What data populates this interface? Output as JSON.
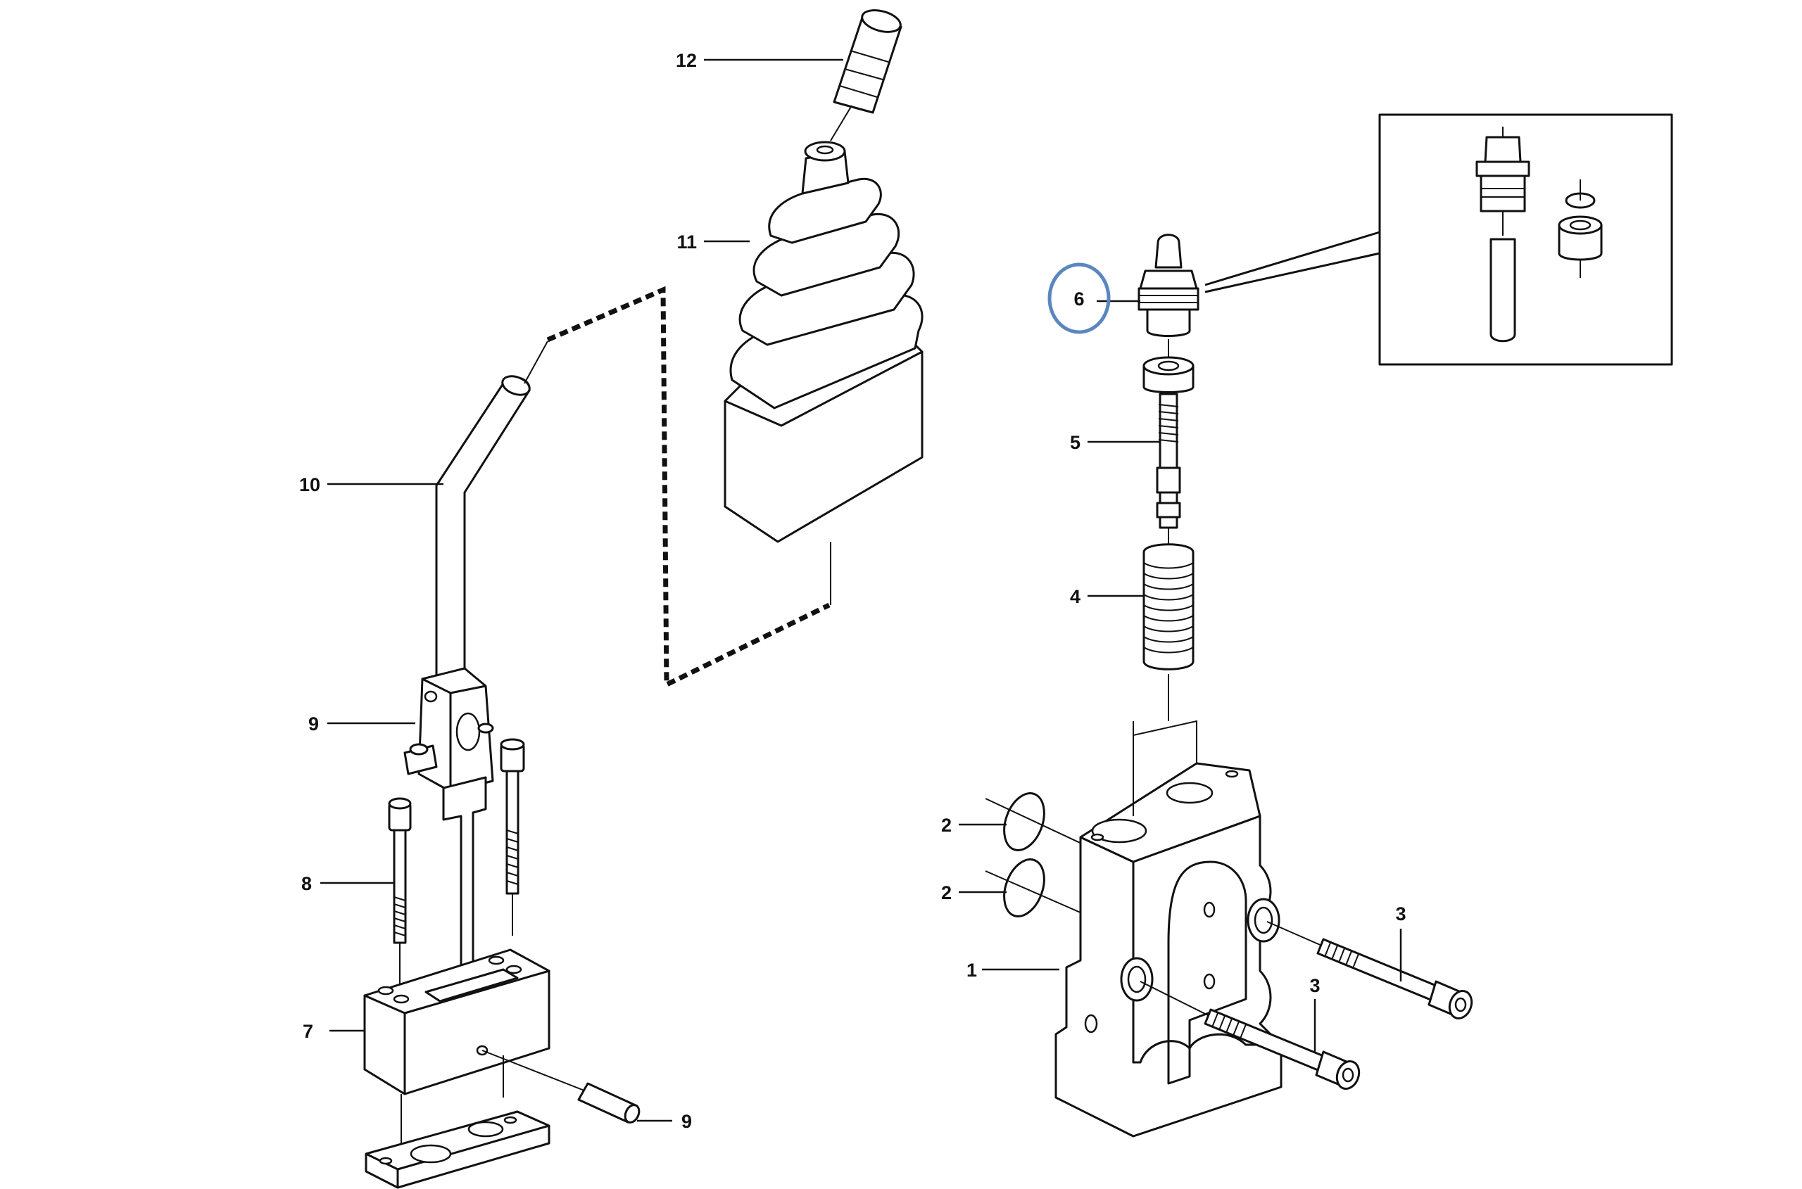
{
  "callouts": {
    "c1": "1",
    "c2a": "2",
    "c2b": "2",
    "c3a": "3",
    "c3b": "3",
    "c4": "4",
    "c5": "5",
    "c6": "6",
    "c7": "7",
    "c8": "8",
    "c9a": "9",
    "c9b": "9",
    "c10": "10",
    "c11": "11",
    "c12": "12"
  },
  "highlight": {
    "callout": "6",
    "color": "#5b86c0"
  }
}
